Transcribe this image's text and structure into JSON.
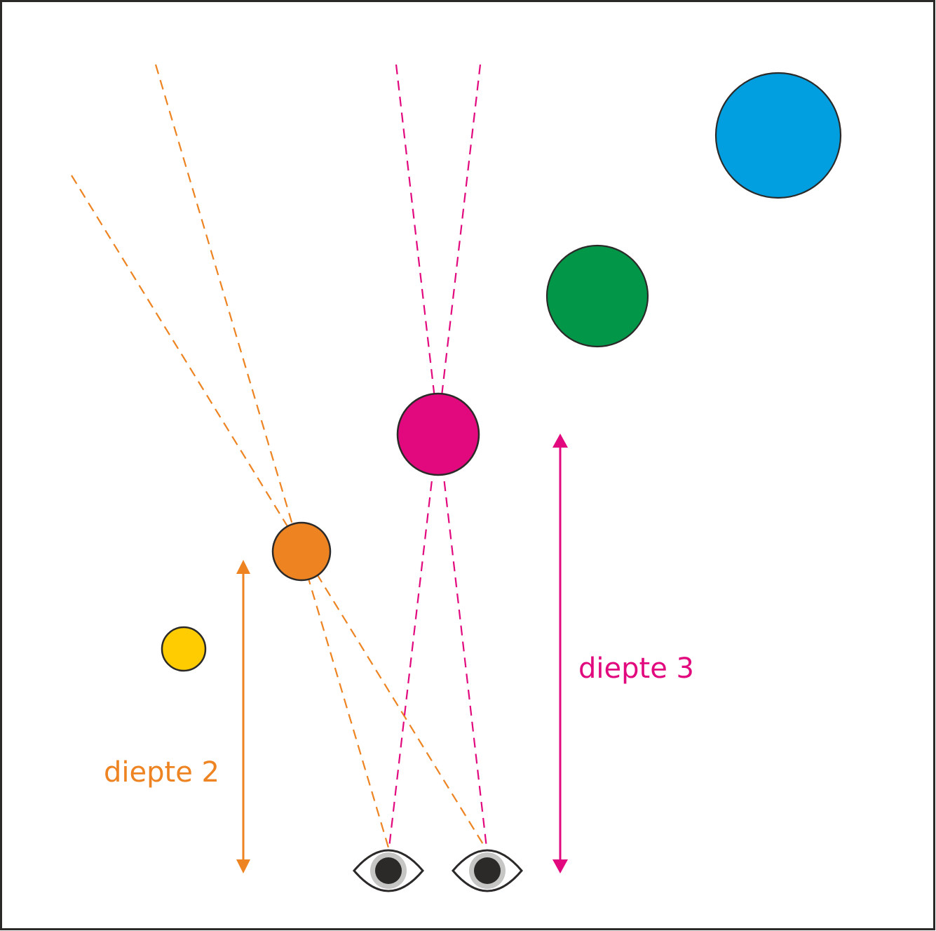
{
  "title": "Binocular depth perception diagram",
  "colors": {
    "border": "#2b2a29",
    "outline": "#2b2a29",
    "orange": "#ee8321",
    "magenta": "#e2097e",
    "blue": "#019fe0",
    "green": "#019648",
    "yellow": "#fecc00",
    "pink_circle": "#e2097e",
    "eye_iris": "#c6c6c5",
    "eye_pupil": "#2b2a29"
  },
  "objects": [
    {
      "id": "blue",
      "color_key": "blue",
      "relative_depth": 5
    },
    {
      "id": "green",
      "color_key": "green",
      "relative_depth": 4
    },
    {
      "id": "magenta",
      "color_key": "pink_circle",
      "relative_depth": 3
    },
    {
      "id": "orange",
      "color_key": "orange",
      "relative_depth": 2
    },
    {
      "id": "yellow",
      "color_key": "yellow",
      "relative_depth": 1
    }
  ],
  "eyes": [
    {
      "id": "left-eye"
    },
    {
      "id": "right-eye"
    }
  ],
  "sight_lines": [
    {
      "id": "orange-left",
      "color_key": "orange",
      "target": "orange",
      "eye": "left-eye"
    },
    {
      "id": "orange-right",
      "color_key": "orange",
      "target": "orange",
      "eye": "right-eye"
    },
    {
      "id": "magenta-left",
      "color_key": "magenta",
      "target": "magenta",
      "eye": "left-eye"
    },
    {
      "id": "magenta-right",
      "color_key": "magenta",
      "target": "magenta",
      "eye": "right-eye"
    }
  ],
  "labels": {
    "depth2": "diepte 2",
    "depth3": "diepte 3"
  }
}
